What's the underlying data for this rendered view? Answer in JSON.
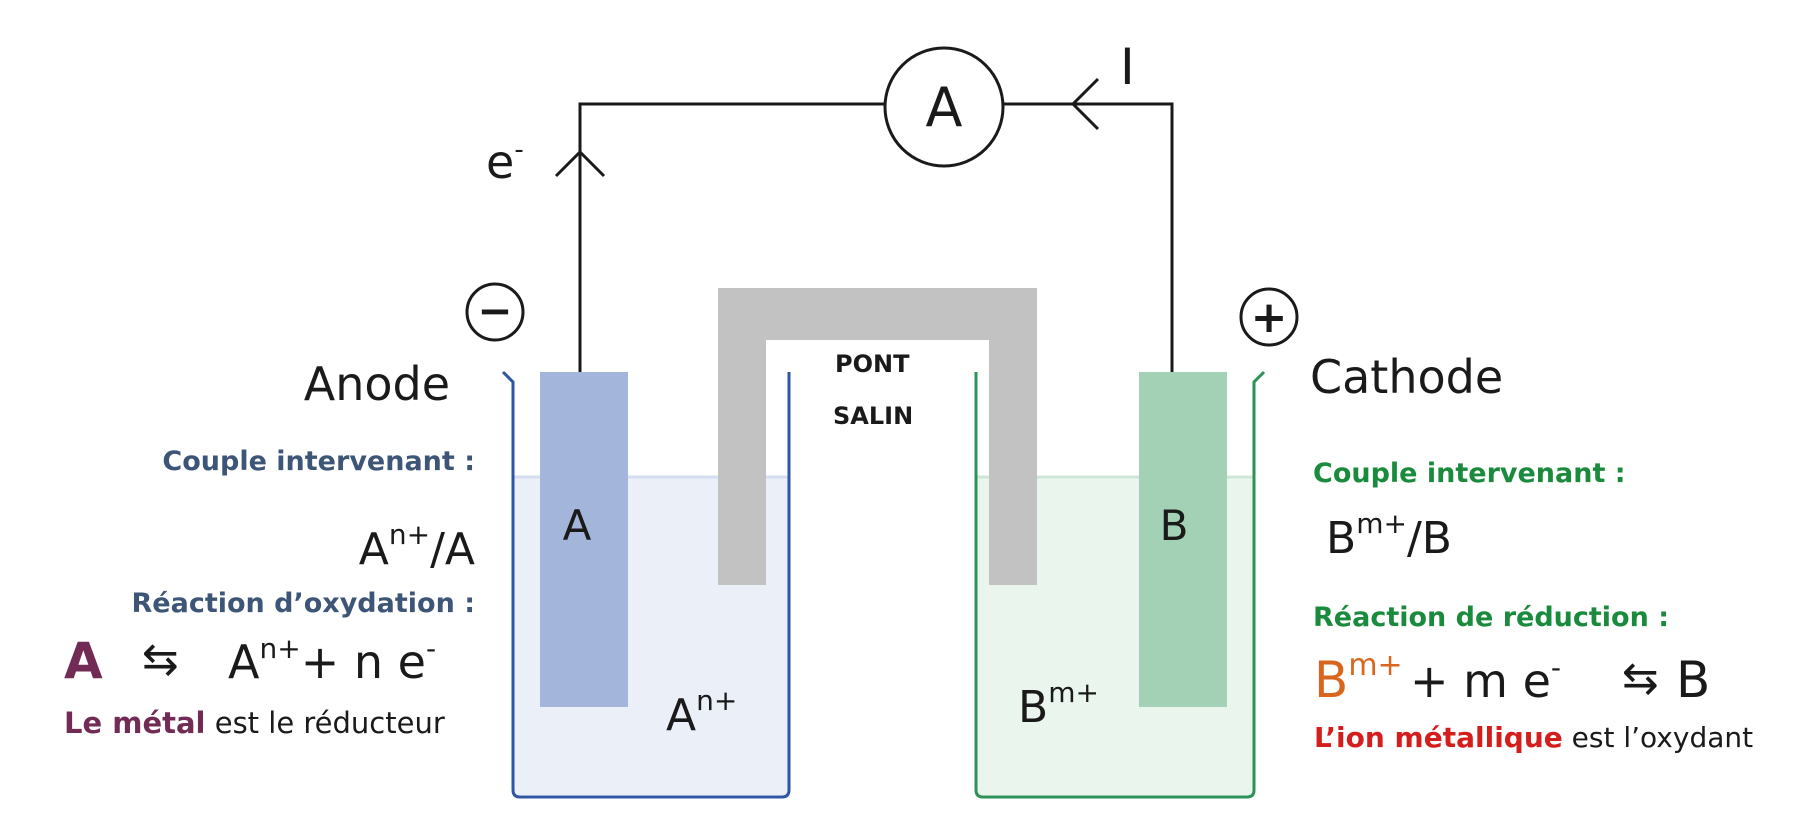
{
  "circuit": {
    "ammeter_label": "A",
    "current_label": "I",
    "electron_label": "e",
    "electron_sup": "-",
    "minus_sign": "−",
    "plus_sign": "+"
  },
  "salt_bridge": {
    "line1": "PONT",
    "line2": "SALIN"
  },
  "anode": {
    "title": "Anode",
    "electrode_letter": "A",
    "ion_base": "A",
    "ion_sup": "n+",
    "couple_heading": "Couple intervenant :",
    "couple_base": "A",
    "couple_sup": "n+",
    "couple_tail": "/A",
    "reaction_heading": "Réaction d’oxydation :",
    "eq_reactant": "A",
    "eq_arrow": "⇆",
    "eq_product_base": "A",
    "eq_product_sup": "n+",
    "eq_tail": "+  n e",
    "eq_tail_sup": "-",
    "note_highlight": "Le métal",
    "note_rest": " est le réducteur"
  },
  "cathode": {
    "title": "Cathode",
    "electrode_letter": "B",
    "ion_base": "B",
    "ion_sup": "m+",
    "couple_heading": "Couple intervenant :",
    "couple_base": "B",
    "couple_sup": "m+",
    "couple_tail": "/B",
    "reaction_heading": "Réaction de réduction :",
    "eq_reactant_base": "B",
    "eq_reactant_sup": "m+",
    "eq_middle": " +  m e",
    "eq_middle_sup": "-",
    "eq_arrow": "⇆",
    "eq_product": "B",
    "note_highlight": "L’ion métallique",
    "note_rest": " est l’oxydant"
  },
  "colors": {
    "wire": "#1a1a1a",
    "anode_electrode": "#a3b5db",
    "anode_solution": "#eaeff8",
    "anode_beaker": "#2f56a5",
    "cathode_electrode": "#a3d1b5",
    "cathode_solution": "#eaf5ee",
    "cathode_beaker": "#2e9157",
    "salt_bridge": "#c2c2c2",
    "anode_heading": "#3d5677",
    "cathode_heading": "#1a8a3c",
    "anode_reactant": "#722b55",
    "cathode_reactant": "#d9661f",
    "cathode_note": "#d41e1e"
  }
}
